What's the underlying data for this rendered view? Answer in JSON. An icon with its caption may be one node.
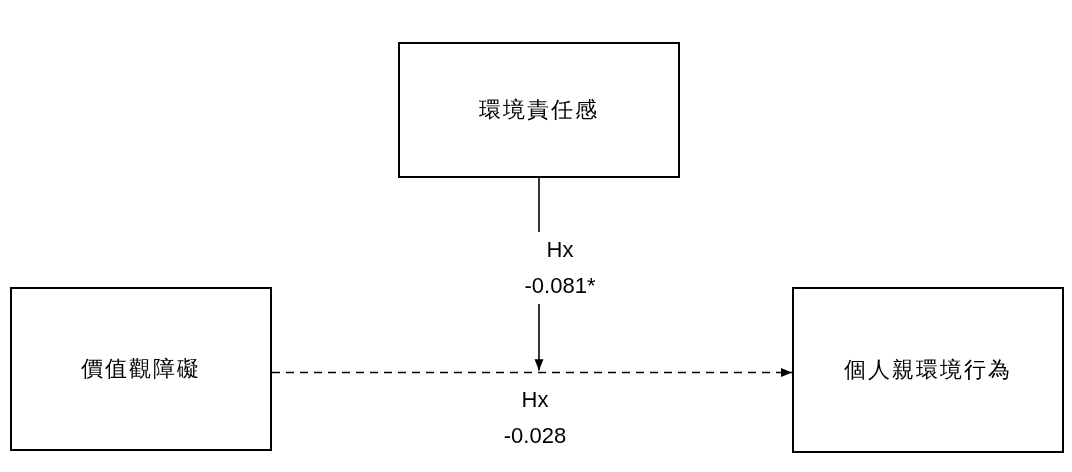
{
  "diagram": {
    "nodes": [
      {
        "text": [
          "環境責任感"
        ]
      },
      {
        "text": [
          "價值觀障礙"
        ]
      },
      {
        "text": [
          "個人親環境行為"
        ]
      }
    ],
    "edges": [
      {
        "from": 1,
        "to": 2,
        "arrow": "to",
        "style": "dashed",
        "label": "Hx -0.028"
      },
      {
        "from": 0,
        "to": null,
        "arrow": "to",
        "label": "Hx -0.081*"
      }
    ]
  }
}
